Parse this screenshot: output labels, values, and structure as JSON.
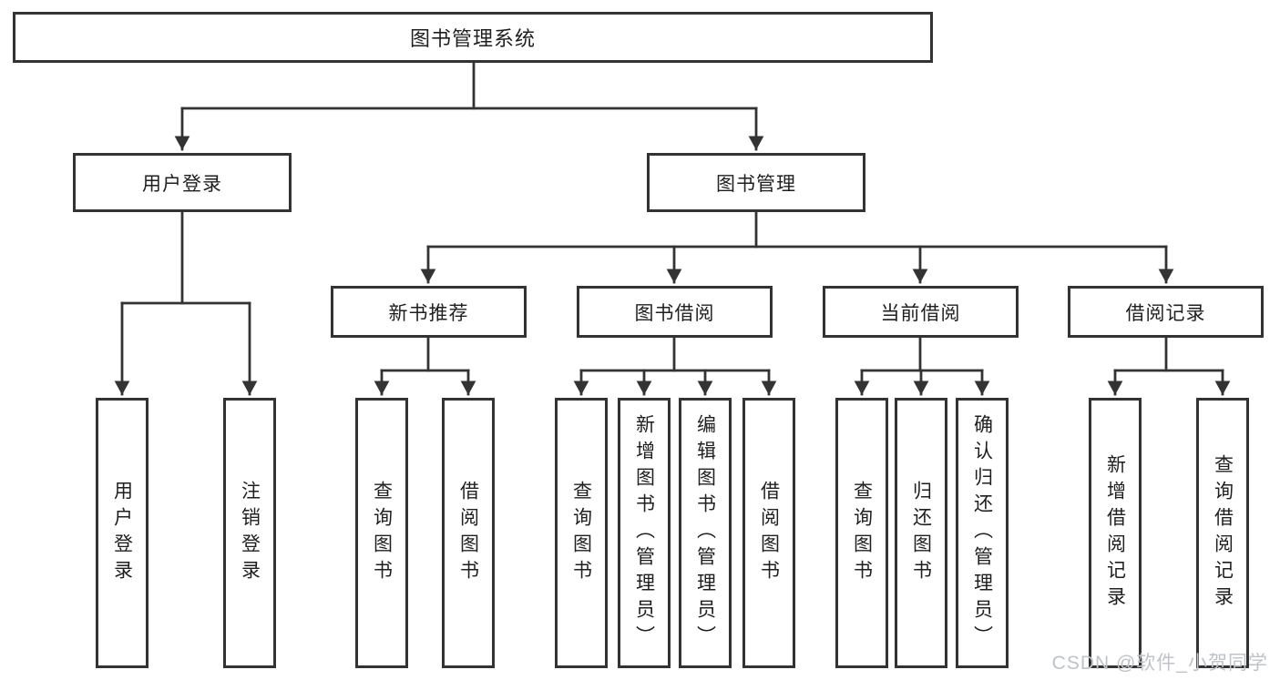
{
  "diagram": {
    "type": "hierarchy-tree",
    "colors": {
      "line": "#333333",
      "box_border": "#333333",
      "text": "#1f1f1f",
      "background": "#ffffff",
      "watermark_text": "#bfc3c7"
    },
    "tree": {
      "label": "图书管理系统",
      "children": [
        {
          "label": "用户登录",
          "children": [
            {
              "label": "用户登录"
            },
            {
              "label": "注销登录"
            }
          ]
        },
        {
          "label": "图书管理",
          "children": [
            {
              "label": "新书推荐",
              "children": [
                {
                  "label": "查询图书"
                },
                {
                  "label": "借阅图书"
                }
              ]
            },
            {
              "label": "图书借阅",
              "children": [
                {
                  "label": "查询图书"
                },
                {
                  "label": "新增图书（管理员）"
                },
                {
                  "label": "编辑图书（管理员）"
                },
                {
                  "label": "借阅图书"
                }
              ]
            },
            {
              "label": "当前借阅",
              "children": [
                {
                  "label": "查询图书"
                },
                {
                  "label": "归还图书"
                },
                {
                  "label": "确认归还（管理员）"
                }
              ]
            },
            {
              "label": "借阅记录",
              "children": [
                {
                  "label": "新增借阅记录"
                },
                {
                  "label": "查询借阅记录"
                }
              ]
            }
          ]
        }
      ]
    },
    "watermark": "CSDN @软件_小贺同学"
  }
}
